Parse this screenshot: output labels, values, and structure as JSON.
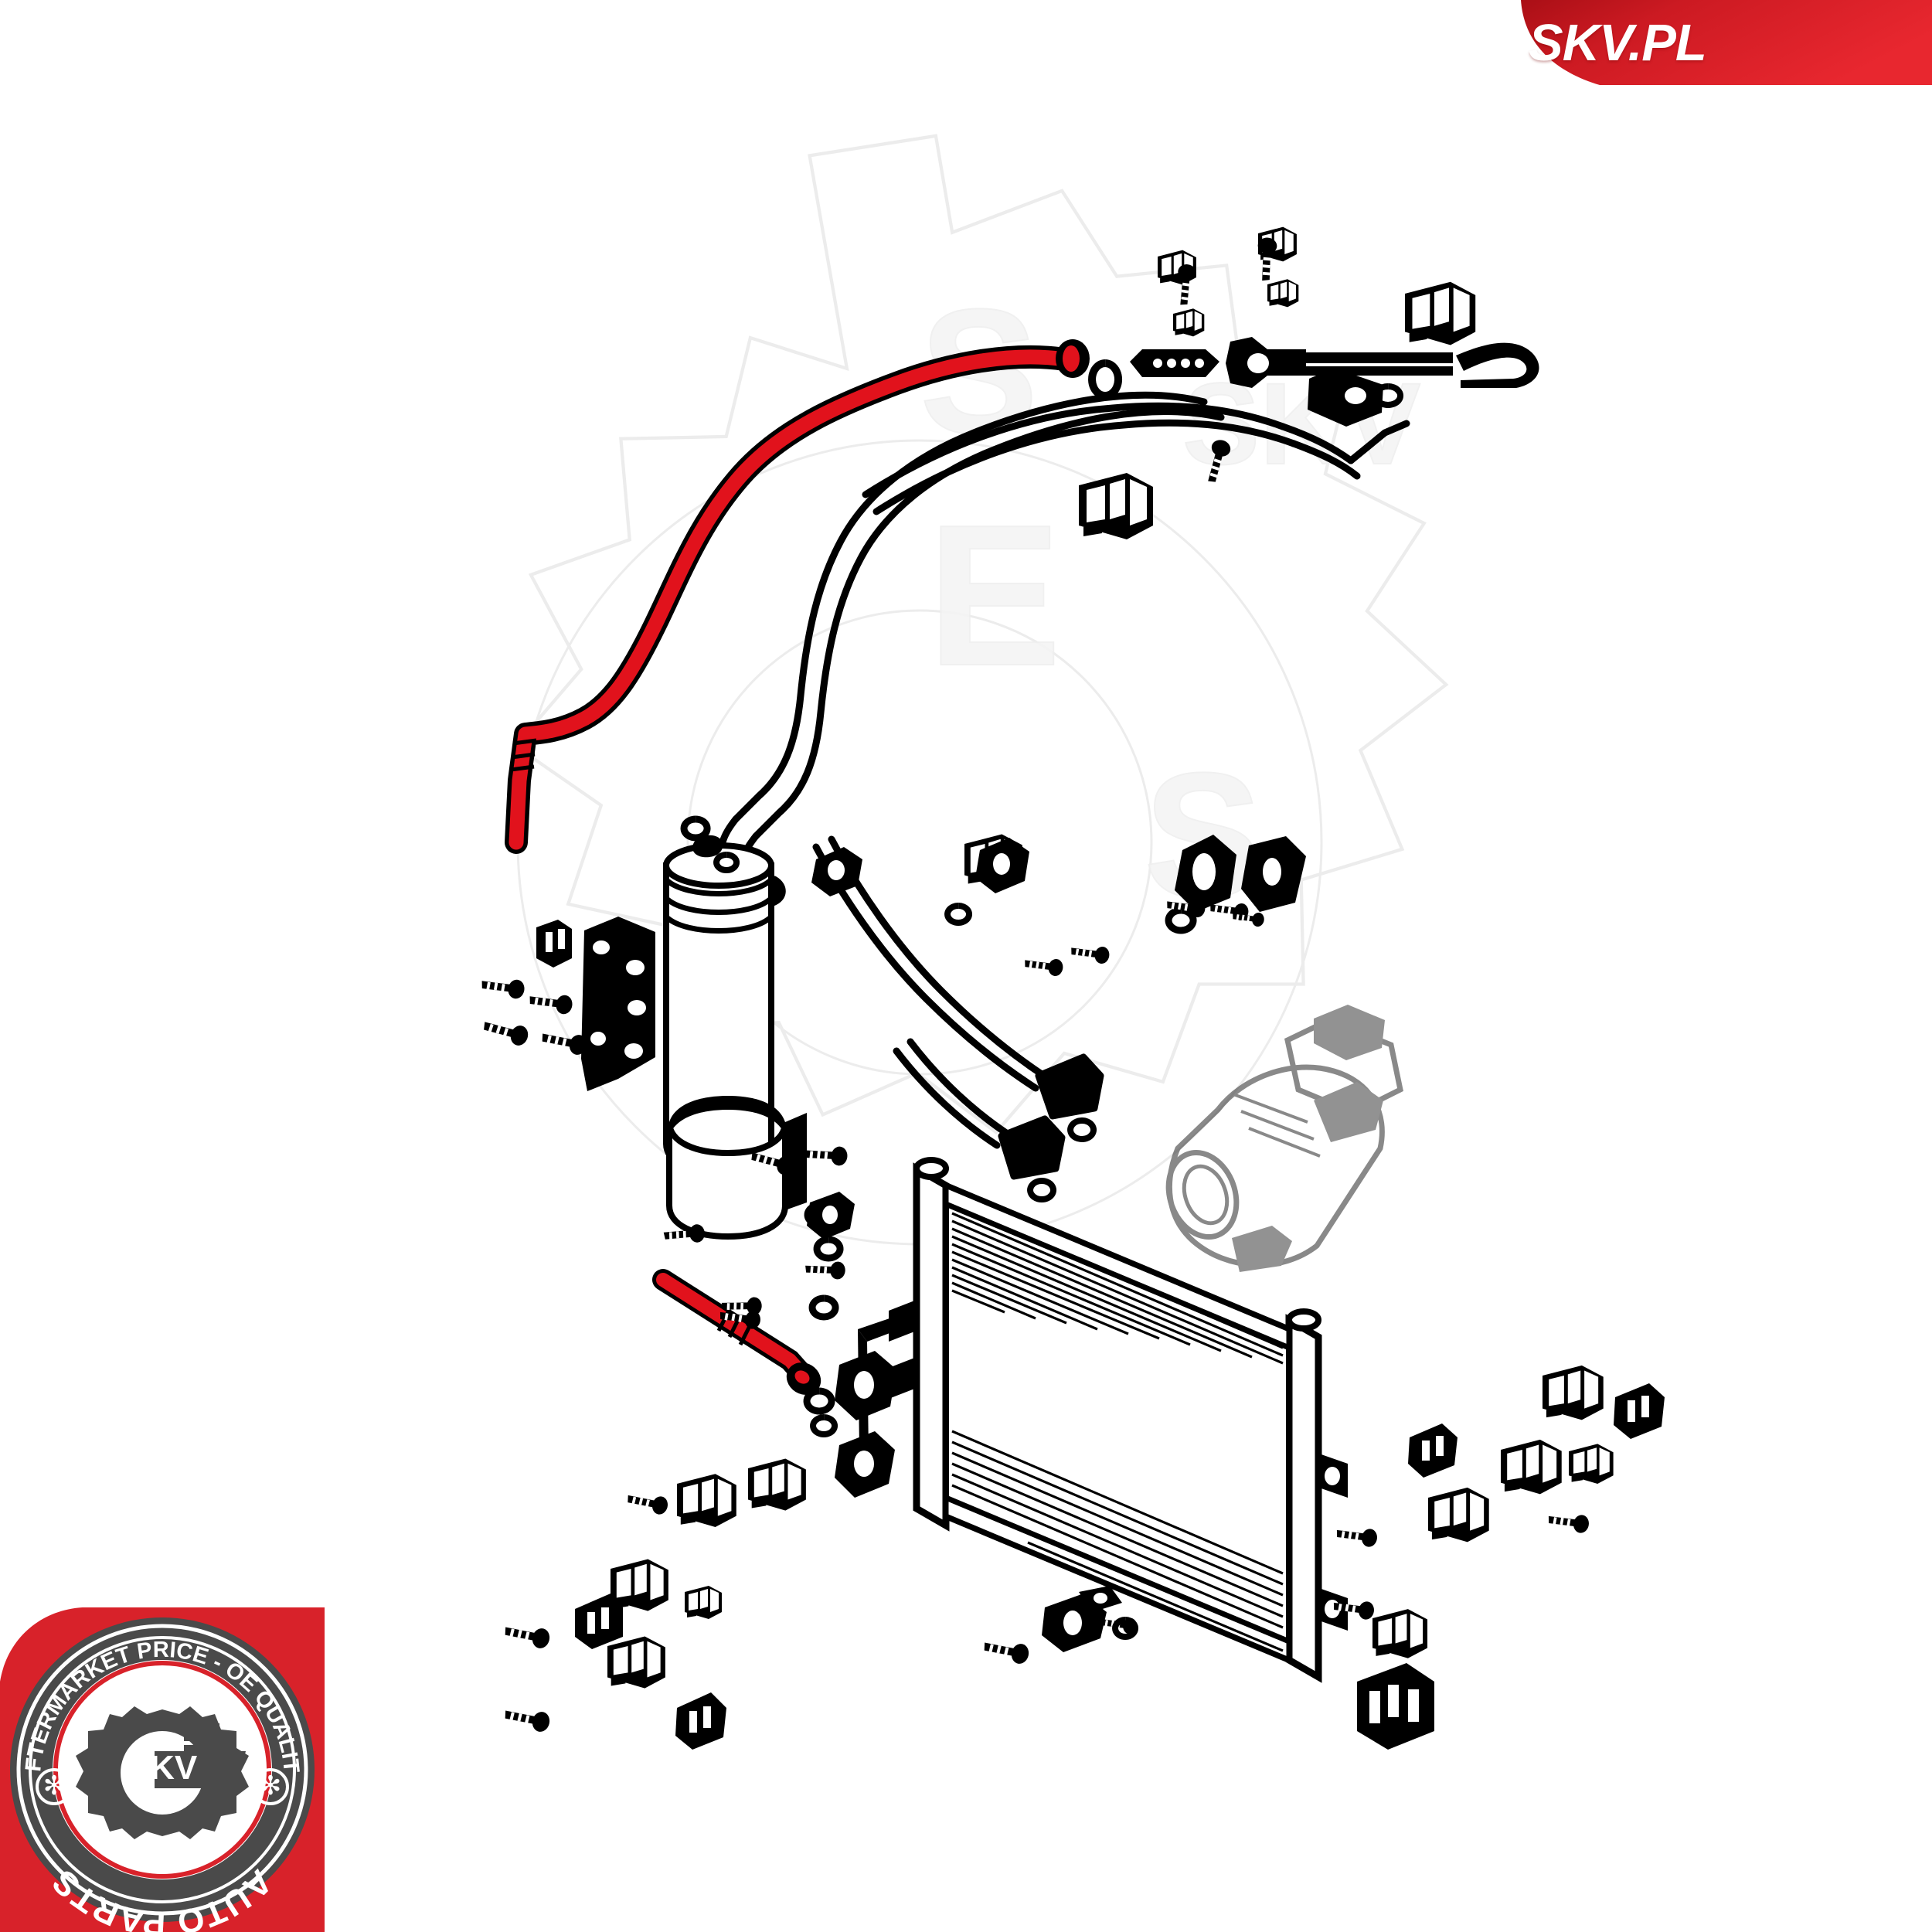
{
  "meta": {
    "document_type": "exploded-parts-diagram",
    "subject": "automotive air conditioning refrigerant line assembly",
    "background_color": "#ffffff",
    "line_color": "#000000",
    "highlight_color": "#e1121c",
    "highlight_color_dark": "#b00d14",
    "watermark_color": "#f2f2f2"
  },
  "banner": {
    "text": "SKV.PL",
    "background_color": "#d8222a",
    "gradient_from": "#b31118",
    "gradient_to": "#e8272f",
    "text_color": "#ffffff"
  },
  "badge": {
    "top_arc_text": "AFTERMARKET PRICE - OE QUALITY",
    "bottom_arc_text": "AUTO PARTS",
    "center_text": "SKV",
    "left_star": "✻",
    "right_star": "✻",
    "ring_color": "#4a4a4a",
    "accent_ring_color": "#d8222a",
    "patch_color": "#d8222a",
    "inner_color": "#ffffff"
  },
  "watermark": {
    "gear_label": "skv-gear-watermark",
    "letters": [
      "S",
      "K",
      "V"
    ],
    "opacity": 0.06
  },
  "highlighted_parts": [
    {
      "id": "upper-pressure-line",
      "name": "refrigerant high-pressure pipe (upper)",
      "color": "#e1121c"
    },
    {
      "id": "lower-short-line",
      "name": "refrigerant short connector pipe (lower)",
      "color": "#e1121c"
    }
  ],
  "components": [
    {
      "id": "condenser",
      "label": "A/C condenser"
    },
    {
      "id": "receiver-drier",
      "label": "receiver drier / accumulator"
    },
    {
      "id": "drier-bracket",
      "label": "receiver drier mounting bracket"
    },
    {
      "id": "drier-clamp",
      "label": "receiver drier clamp band"
    },
    {
      "id": "compressor",
      "label": "A/C compressor"
    },
    {
      "id": "suction-line",
      "label": "suction hose assembly"
    },
    {
      "id": "discharge-line",
      "label": "discharge line assembly"
    },
    {
      "id": "liquid-line",
      "label": "liquid line assembly"
    },
    {
      "id": "pipe-clip-group",
      "label": "pipe retaining clips"
    },
    {
      "id": "bolt-group",
      "label": "mounting bolts and screws"
    },
    {
      "id": "o-ring-group",
      "label": "sealing o-rings"
    },
    {
      "id": "bracket-group",
      "label": "mounting brackets"
    },
    {
      "id": "fitting-group",
      "label": "line fittings / unions"
    }
  ]
}
